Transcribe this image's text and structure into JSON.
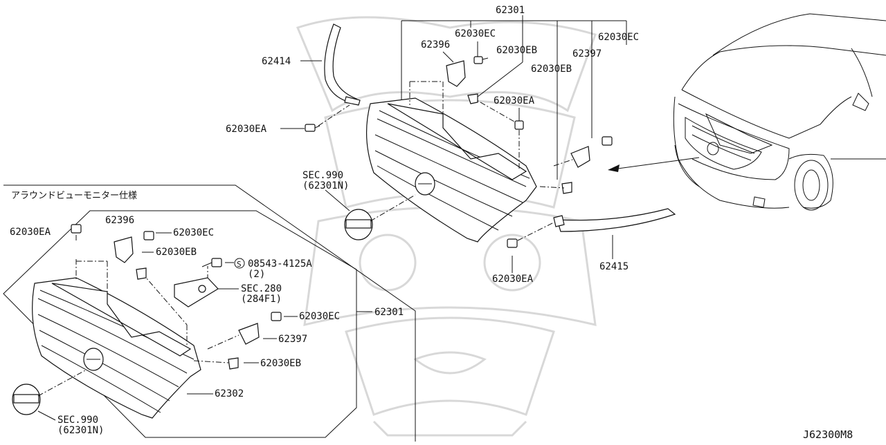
{
  "diagram": {
    "reference": "J62300M8",
    "inset_title": "アラウンドビューモニター仕様",
    "part_numbers": {
      "p62301_top": "62301",
      "p62030EC_a": "62030EC",
      "p62396_top": "62396",
      "p62030EB_a": "62030EB",
      "p62030EB_b": "62030EB",
      "p62397_top": "62397",
      "p62030EC_b": "62030EC",
      "p62414": "62414",
      "p62030EA_a": "62030EA",
      "p62030EA_b": "62030EA",
      "sec990_top": "SEC.990",
      "sec990_top_sub": "(62301N)",
      "p62030EA_c": "62030EA",
      "p62415": "62415",
      "in_62030EA": "62030EA",
      "in_62396": "62396",
      "in_62030EC_a": "62030EC",
      "in_62030EB_a": "62030EB",
      "in_screw": "08543-4125A",
      "in_screw_qty": "(2)",
      "in_screw_symbol": "S",
      "in_sec280": "SEC.280",
      "in_sec280_sub": "(284F1)",
      "in_62301": "62301",
      "in_62030EC_b": "62030EC",
      "in_62397": "62397",
      "in_62030EB_b": "62030EB",
      "in_62302": "62302",
      "in_sec990": "SEC.990",
      "in_sec990_sub": "(62301N)"
    },
    "colors": {
      "line": "#111111",
      "watermark": "#d8d8d8",
      "background": "#ffffff"
    }
  }
}
